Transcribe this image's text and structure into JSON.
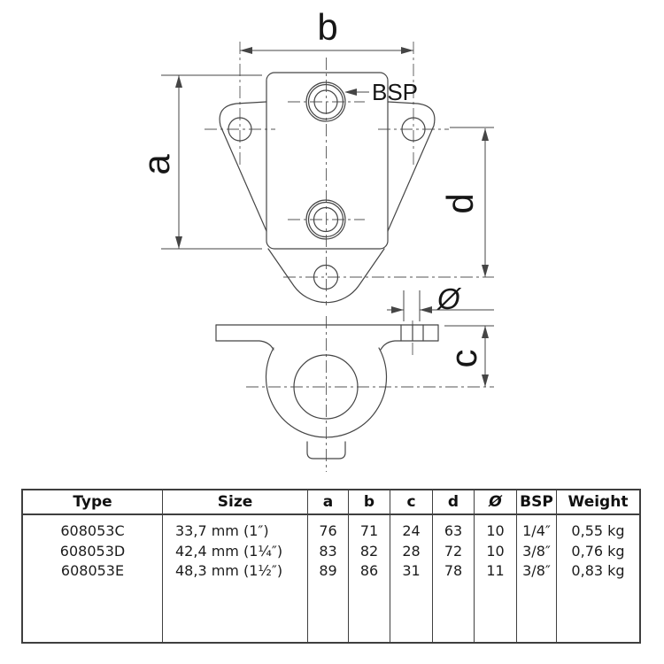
{
  "diagram": {
    "labels": {
      "a": "a",
      "b": "b",
      "c": "c",
      "d": "d",
      "diameter": "Ø",
      "bsp": "BSP"
    },
    "views": [
      "top-view-flange-with-ears",
      "side-view-socket-ring"
    ],
    "colors": {
      "line": "#454545",
      "centerline": "#555555",
      "table_border": "#3f3f3f",
      "text": "#111111",
      "background": "#ffffff"
    }
  },
  "table": {
    "headers": [
      "Type",
      "Size",
      "a",
      "b",
      "c",
      "d",
      "Ø",
      "BSP",
      "Weight"
    ],
    "rows": [
      {
        "type": "608053C",
        "size": "33,7 mm (1″)",
        "a": "76",
        "b": "71",
        "c": "24",
        "d": "63",
        "diameter": "10",
        "bsp": "1/4″",
        "weight": "0,55 kg"
      },
      {
        "type": "608053D",
        "size": "42,4 mm (1¼″)",
        "a": "83",
        "b": "82",
        "c": "28",
        "d": "72",
        "diameter": "10",
        "bsp": "3/8″",
        "weight": "0,76 kg"
      },
      {
        "type": "608053E",
        "size": "48,3 mm (1½″)",
        "a": "89",
        "b": "86",
        "c": "31",
        "d": "78",
        "diameter": "11",
        "bsp": "3/8″",
        "weight": "0,83 kg"
      }
    ]
  }
}
